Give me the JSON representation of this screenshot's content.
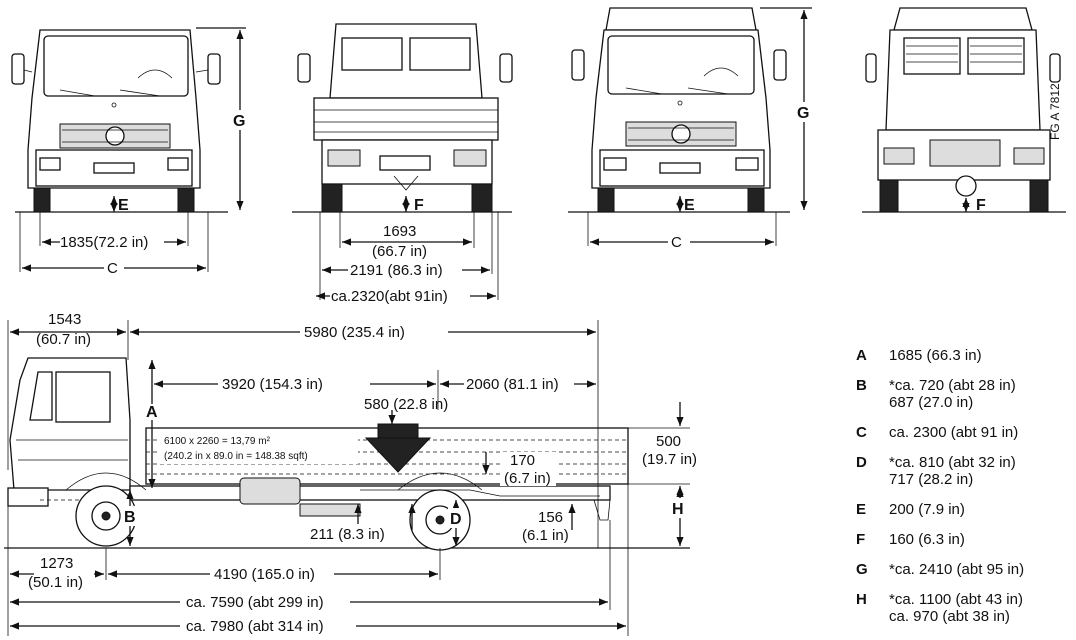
{
  "figure_code": "FG A 7812",
  "front_view_1": {
    "label_g": "G",
    "label_e": "E",
    "track": "1835(72.2 in)",
    "width": "C"
  },
  "rear_view_1": {
    "label_f": "F",
    "frame_width": "1693",
    "frame_width_in": "(66.7 in)",
    "rear_track": "2191 (86.3 in)",
    "body_width": "ca.2320(abt 91in)"
  },
  "front_view_2": {
    "label_g": "G",
    "label_e": "E",
    "width": "C"
  },
  "rear_view_2": {
    "label_f": "F"
  },
  "side_view": {
    "front_overhang": "1543",
    "front_overhang_in": "(60.7 in)",
    "cab_to_end": "5980 (235.4 in)",
    "body_length_front": "3920 (154.3 in)",
    "rear_section": "2060 (81.1 in)",
    "load_point": "580 (22.8 in)",
    "platform_area": "6100 x 2260 = 13,79 m²",
    "platform_area_in": "(240.2 in x 89.0 in = 148.38 sqft)",
    "side_height": "500",
    "side_height_in": "(19.7 in)",
    "height_170": "170",
    "height_170_in": "(6.7 in)",
    "height_156": "156",
    "height_156_in": "(6.1 in)",
    "frame_height": "211 (8.3 in)",
    "front_axle_to_bumper": "1273",
    "front_axle_to_bumper_in": "(50.1 in)",
    "wheelbase": "4190 (165.0 in)",
    "overall_length_1": "ca. 7590 (abt 299 in)",
    "overall_length_2": "ca. 7980 (abt 314 in)",
    "label_a": "A",
    "label_b": "B",
    "label_d": "D",
    "label_h": "H"
  },
  "legend": [
    {
      "key": "A",
      "value": "1685 (66.3 in)"
    },
    {
      "key": "B",
      "value": "*ca. 720 (abt 28 in)\n687 (27.0 in)"
    },
    {
      "key": "C",
      "value": "ca. 2300 (abt 91 in)"
    },
    {
      "key": "D",
      "value": "*ca. 810 (abt 32 in)\n717 (28.2 in)"
    },
    {
      "key": "E",
      "value": "200 (7.9 in)"
    },
    {
      "key": "F",
      "value": "160 (6.3 in)"
    },
    {
      "key": "G",
      "value": "*ca. 2410 (abt 95 in)"
    },
    {
      "key": "H",
      "value": "*ca. 1100 (abt 43 in)\nca. 970 (abt 38 in)"
    }
  ]
}
